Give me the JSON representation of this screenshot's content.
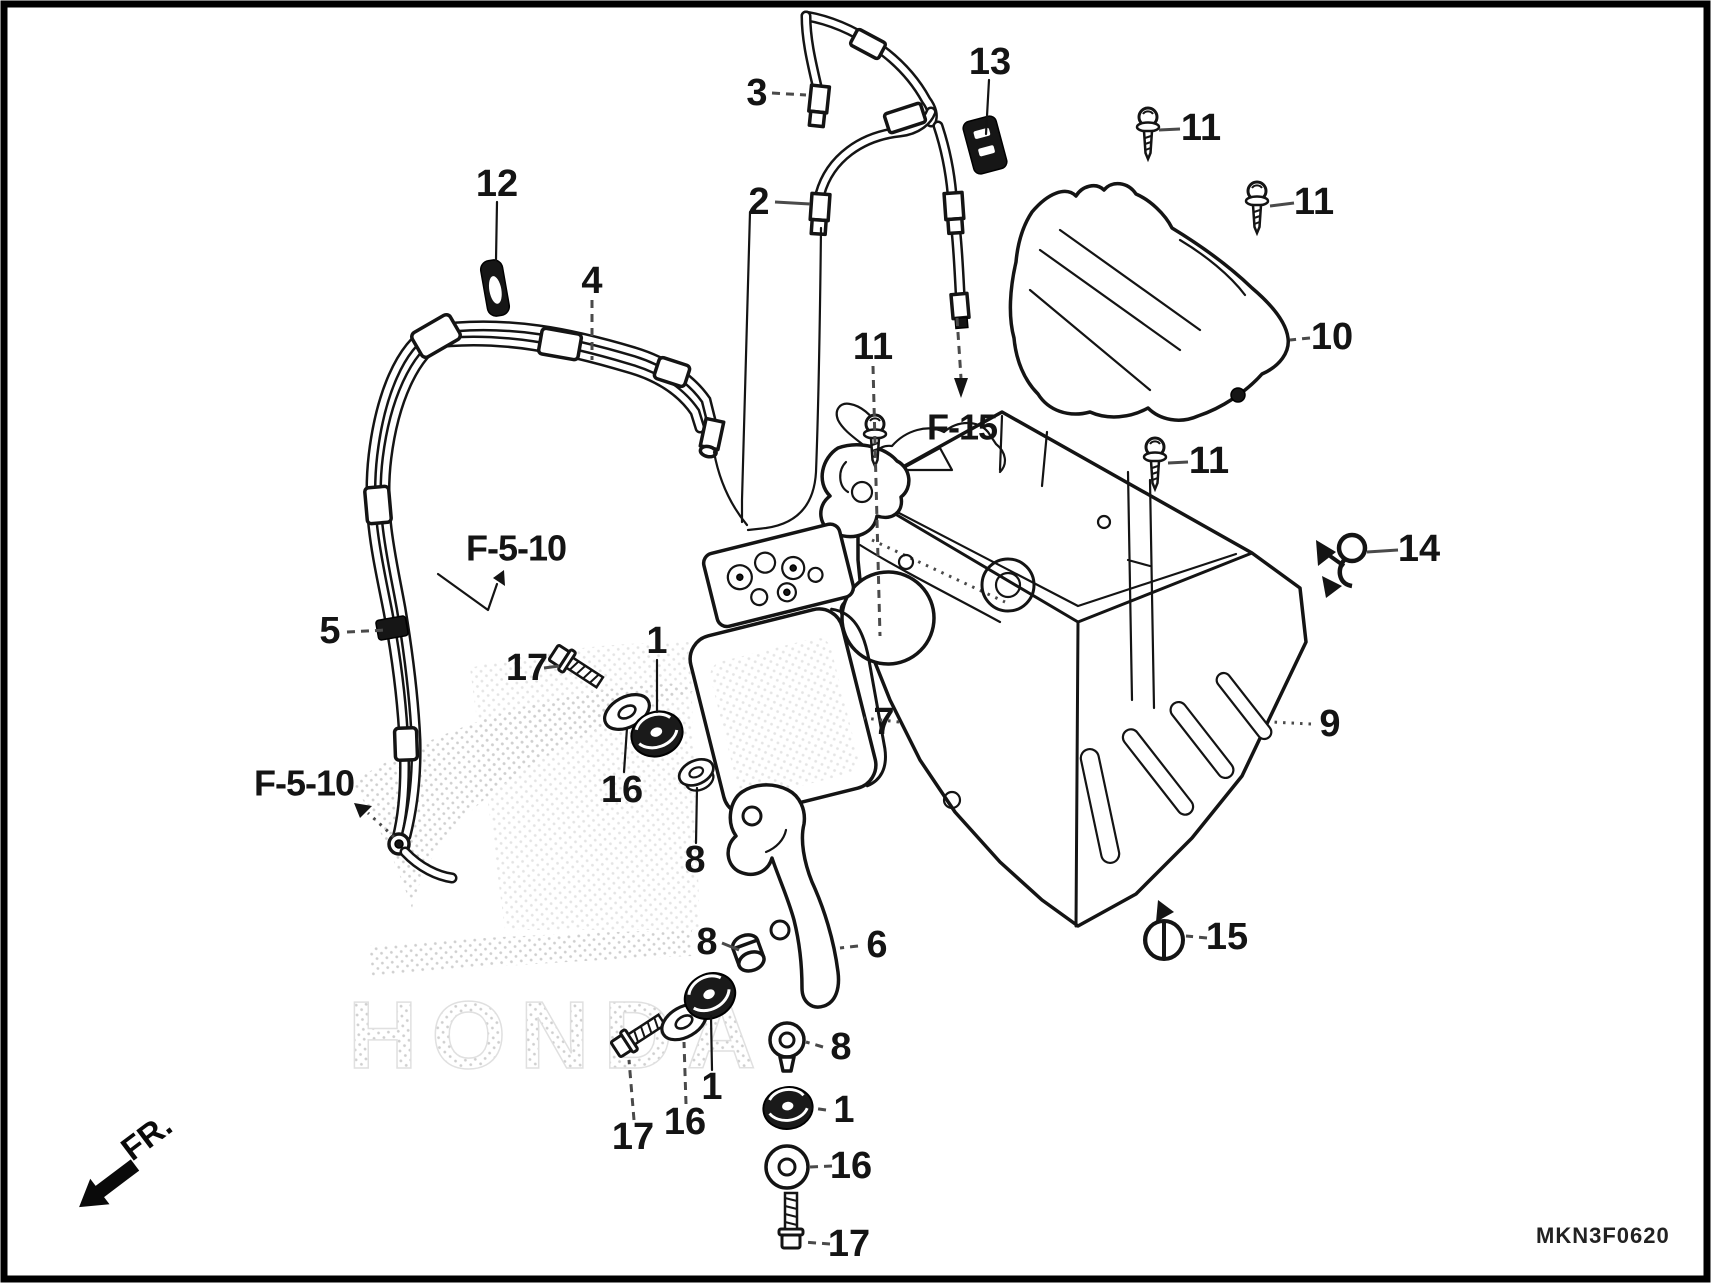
{
  "meta": {
    "code": "MKN3F0620",
    "front_marker": "FR.",
    "watermark": "HONDA",
    "line_color": "#141414",
    "background": "#ffffff"
  },
  "refs": {
    "f15": "F-15",
    "f510_upper": "F-5-10",
    "f510_lower": "F-5-10"
  },
  "callouts": {
    "part3": "3",
    "part2": "2",
    "part13": "13",
    "part11_top": "11",
    "part11_right": "11",
    "part11_mid": "11",
    "part11_tray": "11",
    "part12": "12",
    "part4": "4",
    "part10": "10",
    "part14": "14",
    "part5": "5",
    "part17_upper": "17",
    "part1_upper": "1",
    "part9": "9",
    "part16_upper": "16",
    "part8_upper": "8",
    "part7": "7",
    "part6": "6",
    "part8_mid": "8",
    "part15": "15",
    "part17_left": "17",
    "part16_left": "16",
    "part1_mid": "1",
    "part8_low": "8",
    "part1_low": "1",
    "part16_low": "16",
    "part17_bottom": "17"
  }
}
